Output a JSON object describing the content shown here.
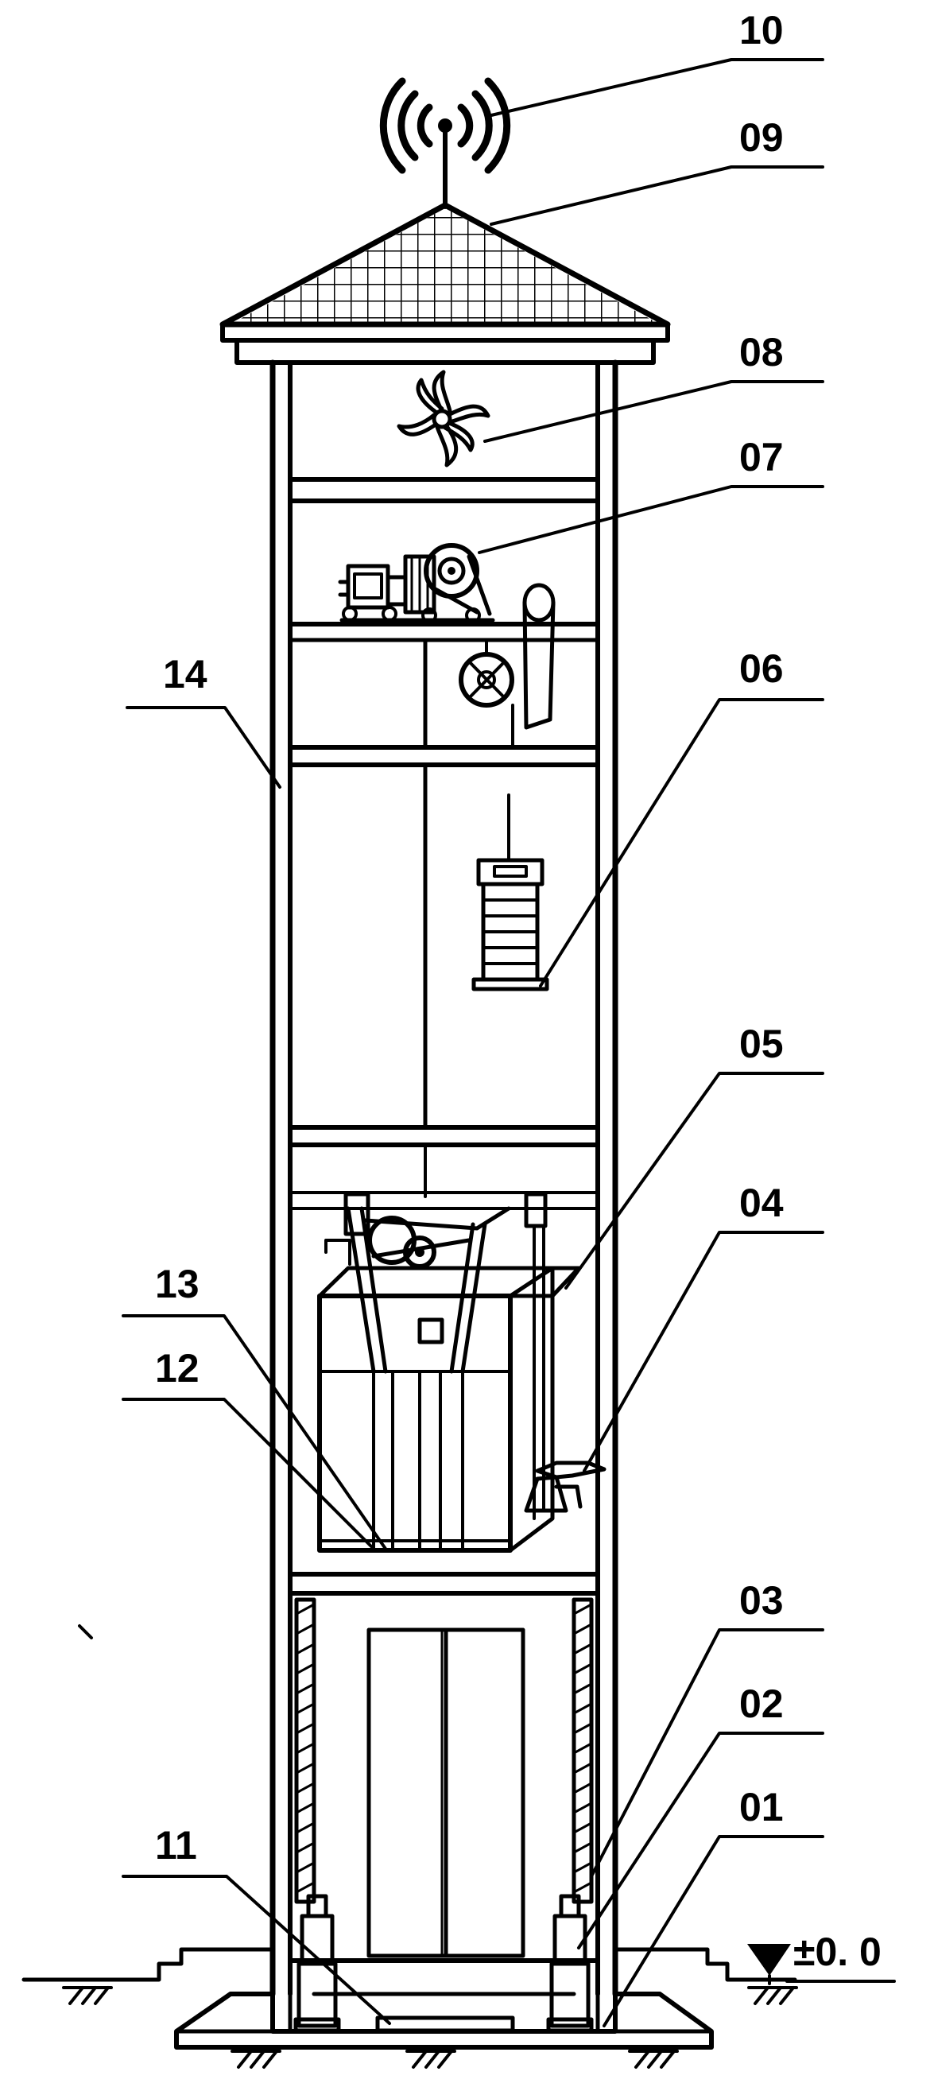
{
  "diagram": {
    "labels": {
      "l10": "10",
      "l09": "09",
      "l08": "08",
      "l07": "07",
      "l14": "14",
      "l06": "06",
      "l05": "05",
      "l04": "04",
      "l13": "13",
      "l12": "12",
      "l03": "03",
      "l02": "02",
      "l01": "01",
      "l11": "11"
    },
    "elevation_mark": "±0. 0",
    "icons": [
      "antenna-icon",
      "roof-grid",
      "fan-icon",
      "traction-machine",
      "counterweight",
      "car-frame",
      "hydraulic-jack",
      "elevation-triangle-icon",
      "ground-hatch"
    ],
    "colors": {
      "line": "#000000",
      "background": "#ffffff"
    }
  }
}
